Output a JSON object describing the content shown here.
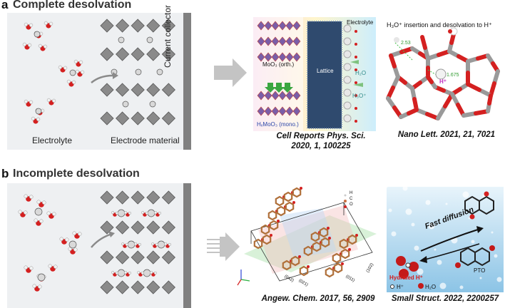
{
  "panel_a": {
    "letter": "a",
    "title": "Complete desolvation",
    "label_current_collector": "Current collector",
    "label_electrolyte": "Electrolyte",
    "label_electrode": "Electrode material",
    "moo3_orth": "MoO₃ (orth.)",
    "hxmoo3_mono": "HₓMoO₃ (mono.)",
    "inset_electrolyte": "Electrolyte",
    "inset_lattice": "Lattice",
    "inset_h2o": "H₂O",
    "inset_h3o": "H₃O⁺",
    "ref1_line1": "Cell Reports Phys. Sci.",
    "ref1_line2": "2020, 1, 100225",
    "nano_title": "H₃O⁺ insertion and desolvation to H⁺",
    "nano_d1": "2.53",
    "nano_d2": "1.675",
    "nano_h": "H⁺",
    "ref2": "Nano Lett. 2021, 21, 7021"
  },
  "panel_b": {
    "letter": "b",
    "title": "Incomplete desolvation",
    "legend_h": "H",
    "legend_c": "C",
    "legend_o": "O",
    "plane1": "(042)",
    "plane2": "(021)",
    "plane3": "(011)",
    "plane4": "(102)",
    "ref3": "Angew. Chem. 2017, 56, 2909",
    "fast_diffusion": "Fast diffusion",
    "hydrated": "Hydrated H⁺",
    "pto": "PTO",
    "legend_hplus": "H⁺",
    "legend_h2o": "H₂O",
    "ref4": "Small Struct. 2022, 2200257"
  },
  "colors": {
    "schematic_bg": "#eef0f2",
    "diamond": "#8a8a8a",
    "collector": "#808080",
    "oxygen": "#d42020",
    "arrow": "#b9b9b9",
    "lattice": "#2f4a6e"
  }
}
